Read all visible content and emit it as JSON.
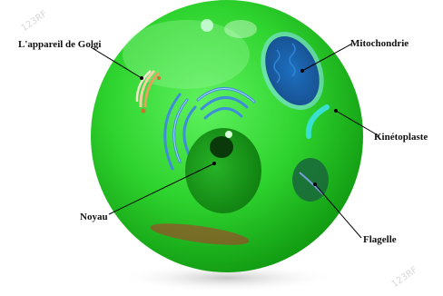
{
  "labels": {
    "golgi": "L'appareil de Golgi",
    "mitochondria": "Mitochondrie",
    "kinetoplast": "Kinétoplaste",
    "nucleus": "Noyau",
    "flagellum": "Flagelle"
  },
  "watermark": "123RF",
  "colors": {
    "cell": "#33cc33",
    "nucleus": "#1e9e1e",
    "mitochondria": "#1f5fa8",
    "kinetoplast": "#33ddcc",
    "er": "#3f8fd6",
    "leader_line": "#000000"
  }
}
